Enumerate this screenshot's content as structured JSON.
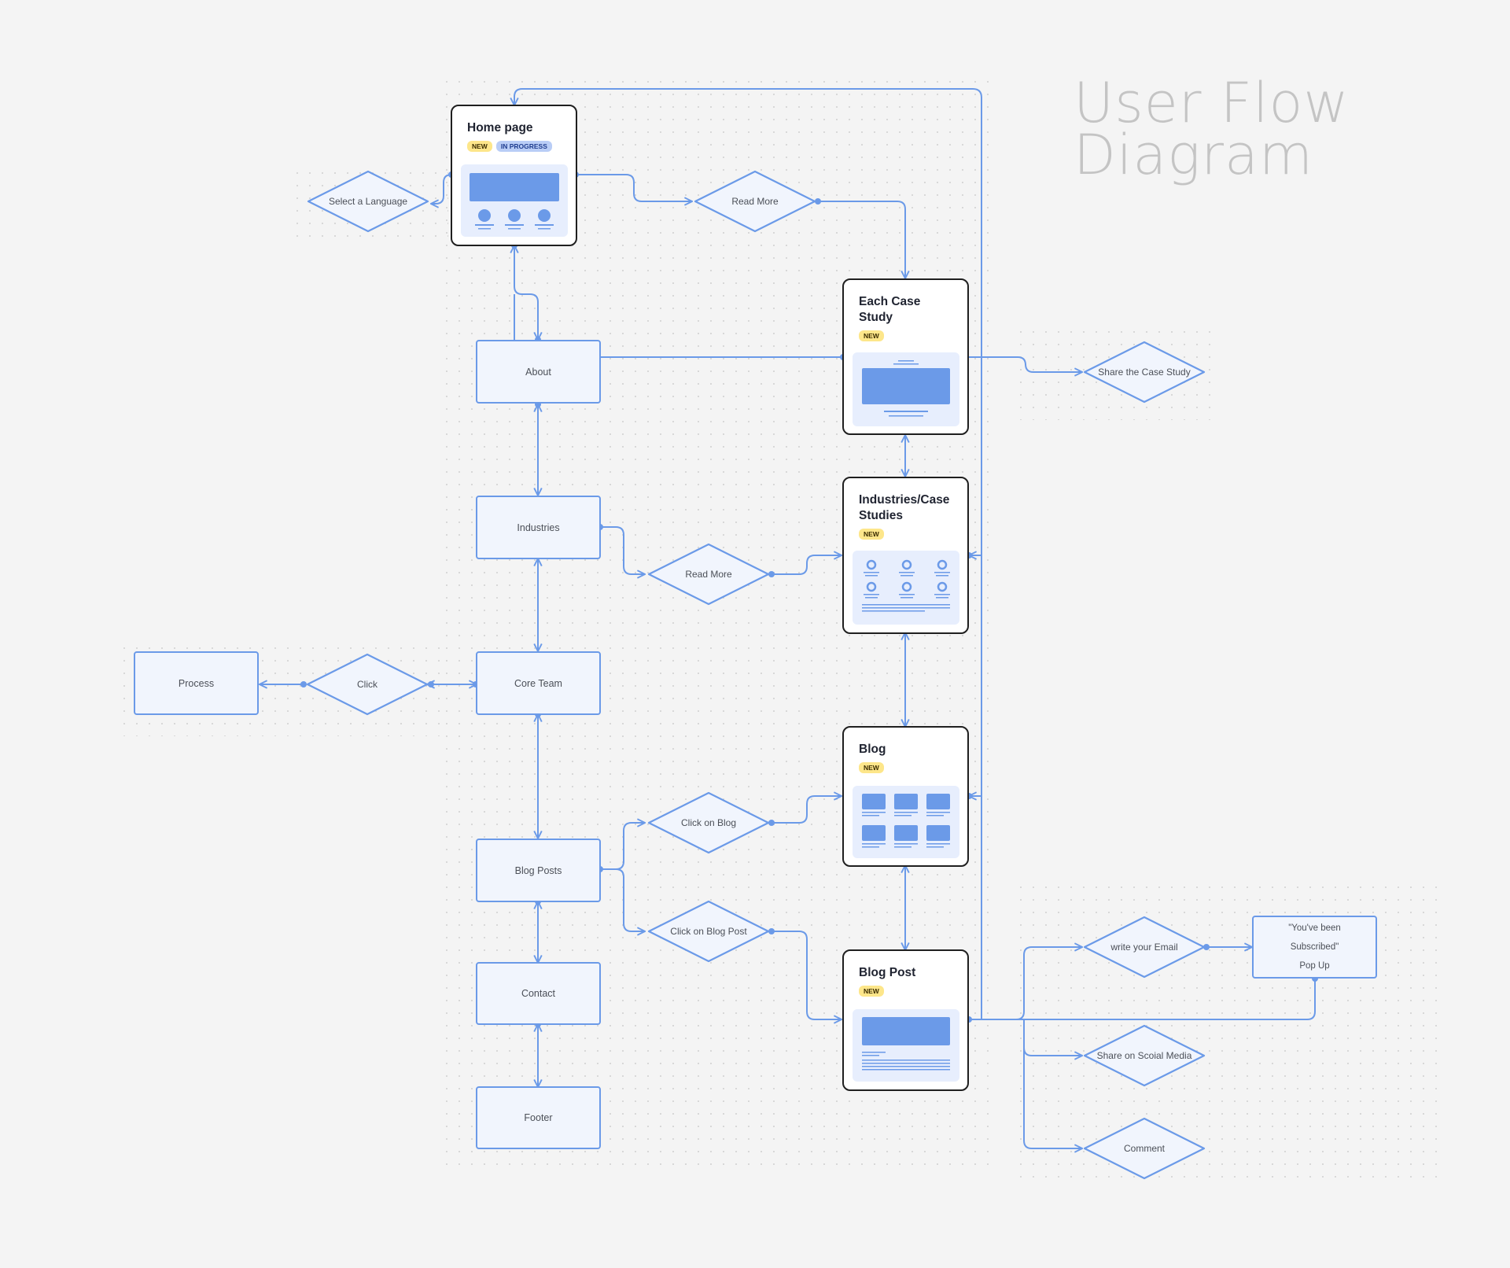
{
  "title": {
    "line1": "User Flow",
    "line2": "Diagram"
  },
  "badges": {
    "new": "NEW",
    "in_progress": "IN PROGRESS"
  },
  "pages": {
    "home": "Home page",
    "each_case_study": "Each Case Study",
    "industries_case_studies": "Industries/Case Studies",
    "blog": "Blog",
    "blog_post": "Blog Post"
  },
  "sections": {
    "about": "About",
    "industries": "Industries",
    "core_team": "Core Team",
    "process": "Process",
    "blog_posts": "Blog Posts",
    "contact": "Contact",
    "footer": "Footer",
    "subscribed_line1": "\"You've been",
    "subscribed_line2": "Subscribed\"",
    "subscribed_line3": "Pop Up"
  },
  "decisions": {
    "select_language": "Select a Language",
    "read_more_home": "Read More",
    "share_case_study": "Share the Case Study",
    "read_more_industries": "Read More",
    "click": "Click",
    "click_on_blog": "Click on Blog",
    "click_on_blog_post": "Click on Blog Post",
    "write_email": "write your Email",
    "share_social": "Share on Scoial Media",
    "comment": "Comment"
  },
  "colors": {
    "accent": "#6b9ae8",
    "node_fill": "#f1f5fd",
    "card_border": "#1f1f1f",
    "badge_new": "#fde68a",
    "badge_in_progress": "#b9cdf6",
    "title": "#c4c4c4"
  }
}
